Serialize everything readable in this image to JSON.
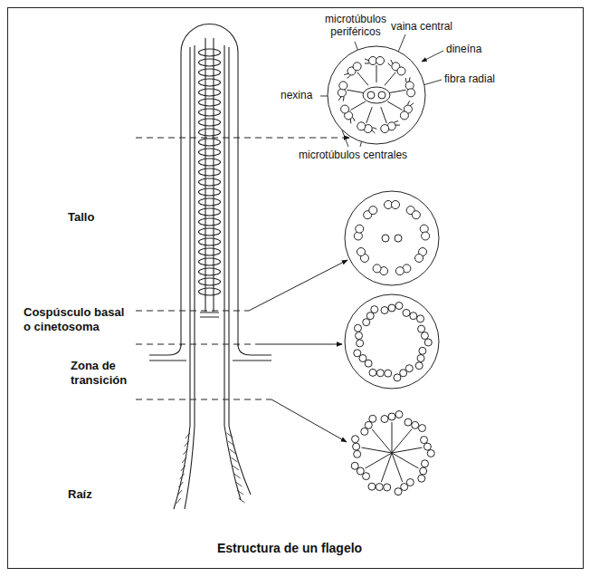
{
  "diagram": {
    "caption": "Estructura de un flagelo",
    "labels": [
      "microtúbulos periféricos",
      "vaina central",
      "dineína",
      "fibra radial",
      "nexina",
      "microtúbulos centrales",
      "Tallo",
      "Cospúsculo basal o cinetosoma",
      "Zona de transición",
      "Raíz"
    ]
  }
}
